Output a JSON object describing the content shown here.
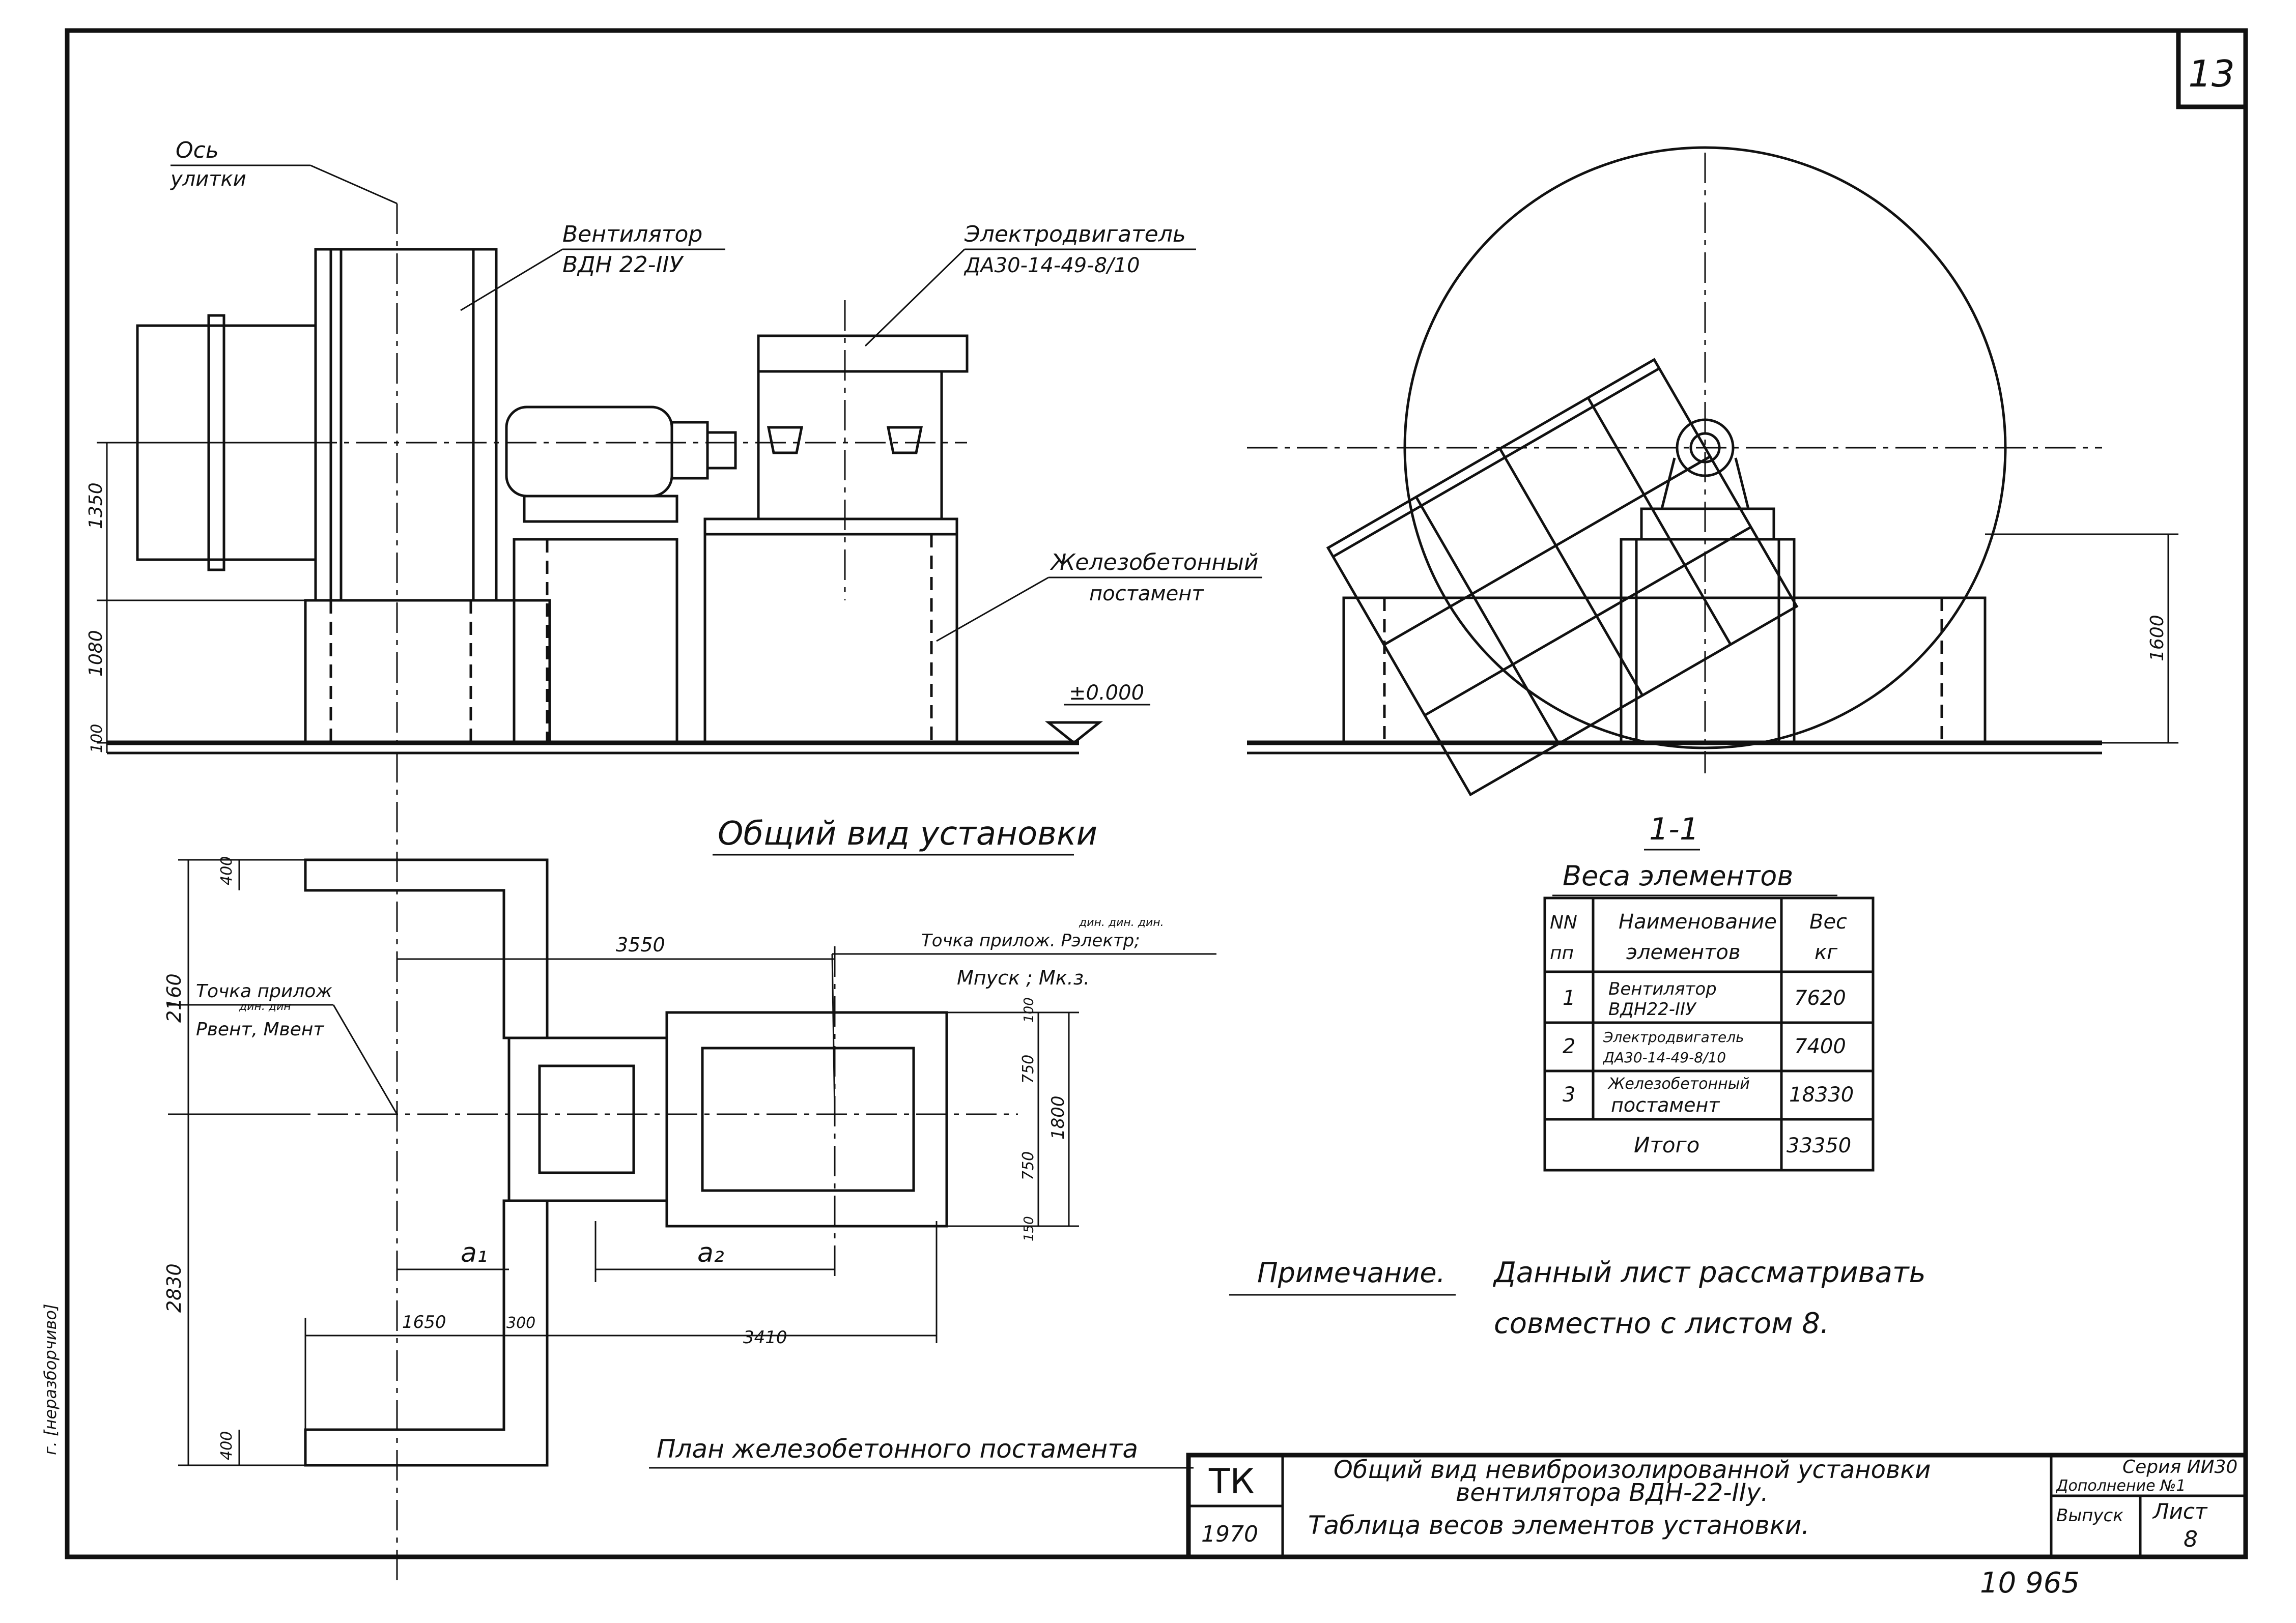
{
  "sheet": {
    "number": "13",
    "elevation_mark": "±0.000",
    "stamp": "10 965",
    "margin_note": "г. [неразборчиво]"
  },
  "front_view": {
    "title": "Общий вид установки",
    "labels": {
      "axis": [
        "Ось",
        "улитки"
      ],
      "fan": [
        "Вентилятор",
        "ВДН 22-IIУ"
      ],
      "motor": [
        "Электродвигатель",
        "ДА30-14-49-8/10"
      ],
      "pedestal": [
        "Железобетонный",
        "постамент"
      ]
    },
    "dims": [
      "1350",
      "1080",
      "100"
    ]
  },
  "section_view": {
    "title": "1-1",
    "dims": [
      "1600"
    ]
  },
  "plan_view": {
    "title": "План железобетонного постамента",
    "labels": {
      "point_fan": [
        "Точка прилож",
        "Pвент, Mвент"
      ],
      "point_fan_super": "дин.  дин",
      "point_motor": [
        "Точка прилож. Pэлектр;",
        "Mпуск ; Mк.з."
      ],
      "point_motor_super": "дин.  дин.  дин.",
      "a1": "a₁",
      "a2": "a₂"
    },
    "dims": [
      "3550",
      "400",
      "2160",
      "2830",
      "400",
      "1650",
      "300",
      "3410",
      "100",
      "750",
      "750",
      "150",
      "1800"
    ]
  },
  "weights_table": {
    "title": "Веса элементов",
    "headers": [
      [
        "NN",
        "пп"
      ],
      [
        "Наименование",
        "элементов"
      ],
      [
        "Вес",
        "кг"
      ]
    ],
    "rows": [
      {
        "no": "1",
        "name": [
          "Вентилятор",
          "ВДН22-IIУ"
        ],
        "weight": "7620"
      },
      {
        "no": "2",
        "name": [
          "Электродвигатель",
          "ДА30-14-49-8/10"
        ],
        "weight": "7400"
      },
      {
        "no": "3",
        "name": [
          "Железобетонный",
          "постамент"
        ],
        "weight": "18330"
      }
    ],
    "total_label": "Итого",
    "total": "33350"
  },
  "note": {
    "label": "Примечание.",
    "lines": [
      "Данный лист рассматривать",
      "совместно с листом 8."
    ]
  },
  "title_block": {
    "org": "ТК",
    "year": "1970",
    "title_lines": [
      "Общий вид невиброизолированной установки",
      "вентилятора ВДН-22-IIу.",
      "Таблица весов элементов установки."
    ],
    "series_label": "Серия ИИ30",
    "supplement": "Дополнение №1",
    "issue_label": "Выпуск",
    "sheet_label": "Лист",
    "sheet_value": "8"
  }
}
